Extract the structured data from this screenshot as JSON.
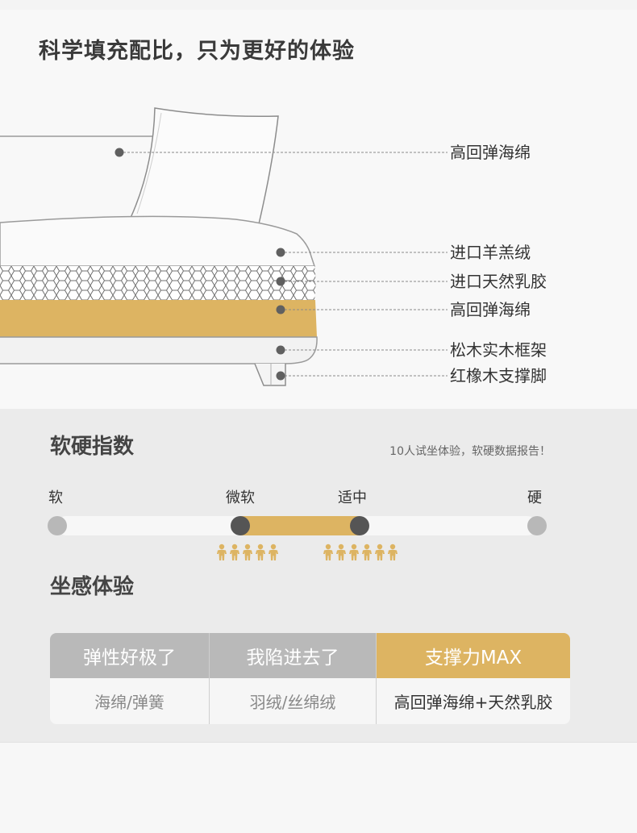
{
  "headline": "科学填充配比，只为更好的体验",
  "structure": {
    "callouts": [
      "高回弹海绵",
      "进口羊羔绒",
      "进口天然乳胶",
      "高回弹海绵",
      "松木实木框架",
      "红橡木支撑脚"
    ]
  },
  "softness": {
    "title": "软硬指数",
    "note": "10人试坐体验，软硬数据报告！",
    "scale_labels": [
      "软",
      "微软",
      "适中",
      "硬"
    ],
    "selected_range": [
      "微软",
      "适中"
    ],
    "tester_counts": [
      5,
      6
    ],
    "colors": {
      "accent": "#ddb462",
      "knob": "#555555",
      "endpoint": "#b8b8b8"
    }
  },
  "experience": {
    "title": "坐感体验",
    "columns": [
      {
        "header": "弹性好极了",
        "material": "海绵/弹簧",
        "highlight": false
      },
      {
        "header": "我陷进去了",
        "material": "羽绒/丝绵绒",
        "highlight": false
      },
      {
        "header": "支撑力MAX",
        "material": "高回弹海绵+天然乳胶",
        "highlight": true
      }
    ]
  }
}
